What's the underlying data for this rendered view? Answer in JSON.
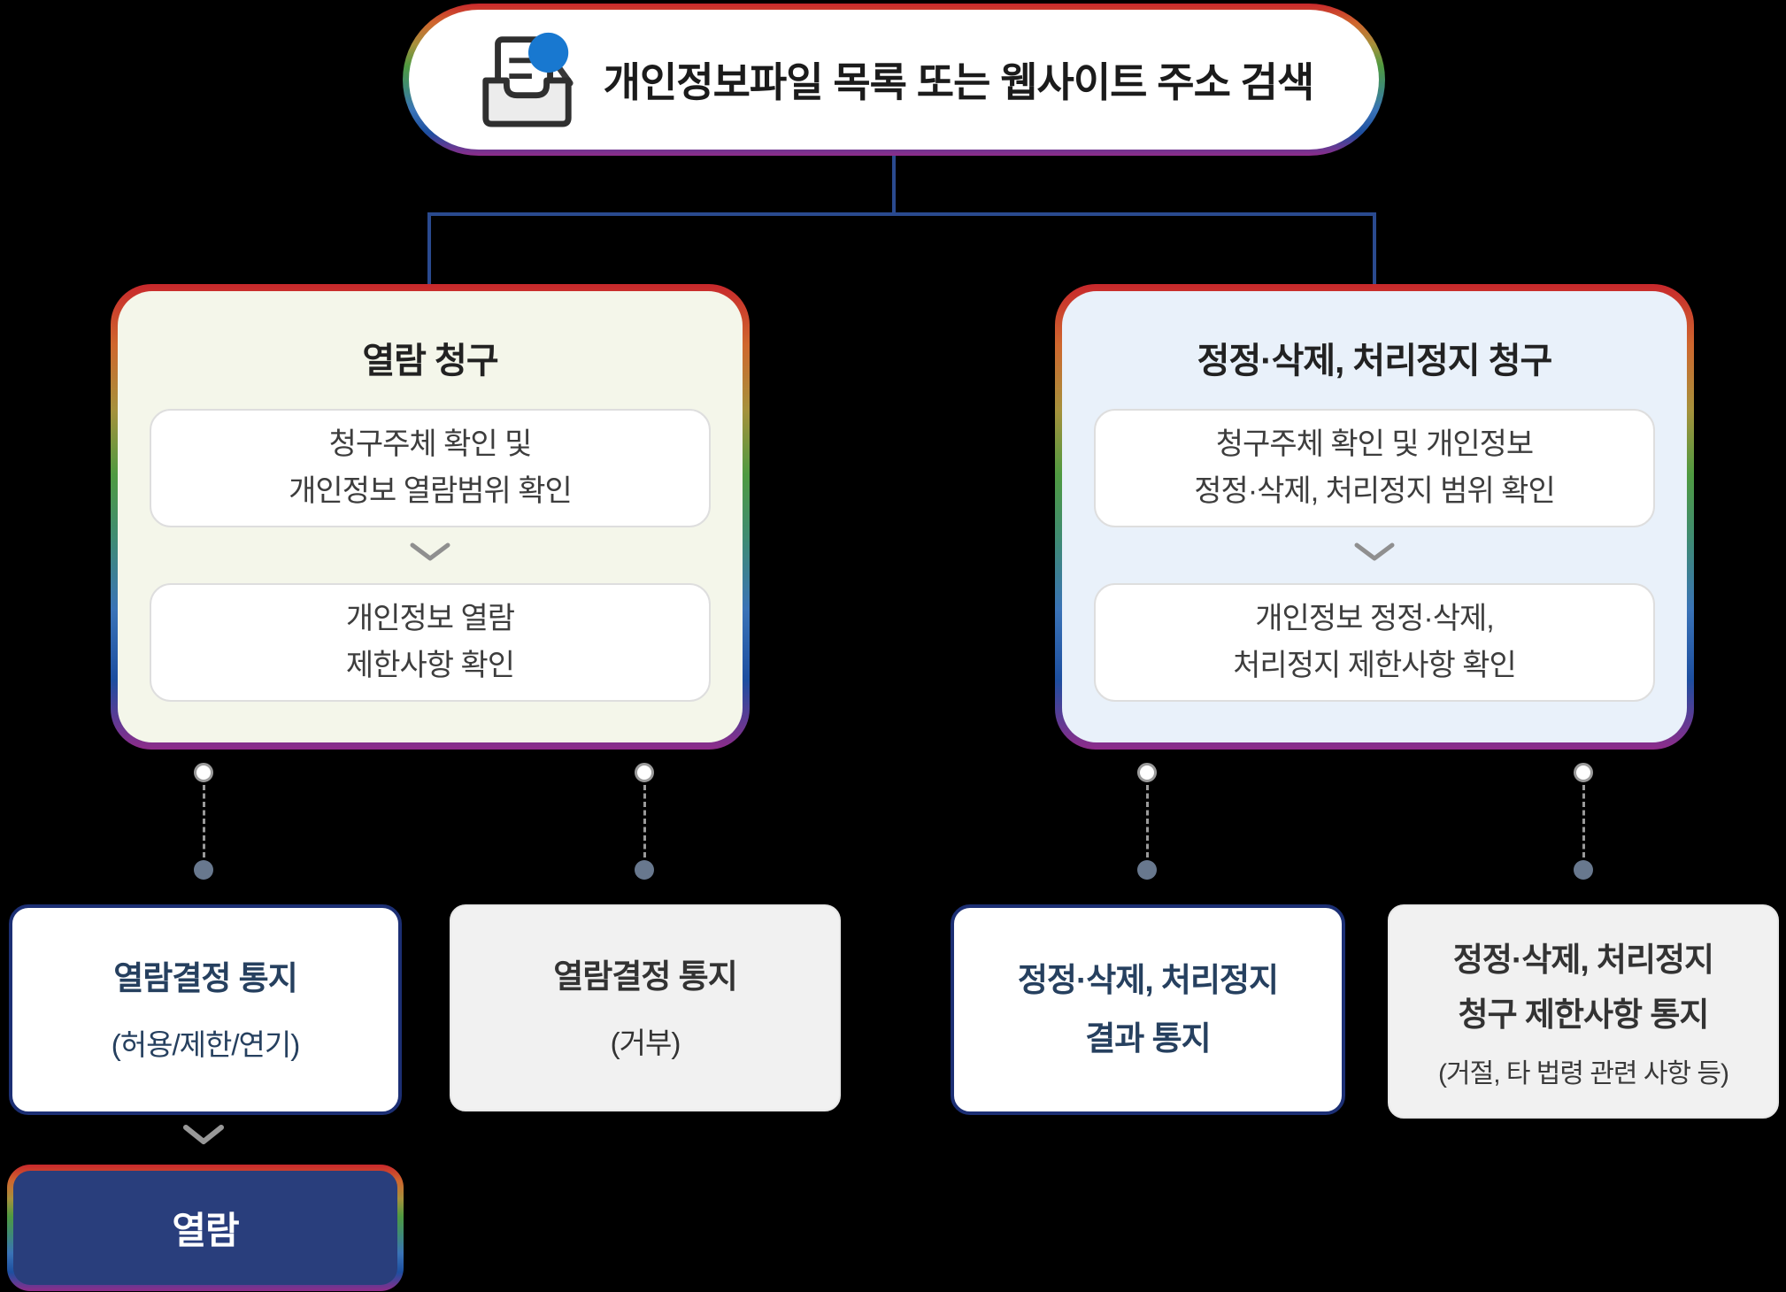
{
  "header": {
    "title": "개인정보파일 목록 또는 웹사이트 주소 검색",
    "icon": "document-search-icon"
  },
  "panels": {
    "left": {
      "title": "열람 청구",
      "step1_line1": "청구주체 확인 및",
      "step1_line2": "개인정보 열람범위 확인",
      "step2_line1": "개인정보 열람",
      "step2_line2": "제한사항 확인"
    },
    "right": {
      "title": "정정·삭제, 처리정지 청구",
      "step1_line1": "청구주체 확인 및 개인정보",
      "step1_line2": "정정·삭제, 처리정지 범위 확인",
      "step2_line1": "개인정보 정정·삭제,",
      "step2_line2": "처리정지 제한사항 확인"
    }
  },
  "outcomes": {
    "view_notice": {
      "title": "열람결정 통지",
      "subtitle": "(허용/제한/연기)"
    },
    "view_notice_denied": {
      "title": "열람결정 통지",
      "subtitle": "(거부)"
    },
    "correction_result": {
      "line1": "정정·삭제, 처리정지",
      "line2": "결과 통지"
    },
    "correction_restriction": {
      "line1": "정정·삭제, 처리정지",
      "line2": "청구 제한사항 통지",
      "line3": "(거절, 타 법령 관련 사항 등)"
    }
  },
  "final": {
    "label": "열람"
  },
  "colors": {
    "background": "#000000",
    "navy_fill": "#293e7c",
    "navy_border": "#1c2f74",
    "navy_text": "#26405f",
    "tree_line": "#2a4a8f",
    "panel_left_bg": "#f4f6ea",
    "panel_right_bg": "#e9f1fa",
    "gray_box_bg": "#f1f1f1",
    "magnifier_blue": "#1878d0",
    "rainbow": [
      "#c8282c",
      "#cf672e",
      "#a6913c",
      "#4f9a41",
      "#3f8b74",
      "#3a73b7",
      "#1d4fa0",
      "#8e2c8a"
    ]
  }
}
